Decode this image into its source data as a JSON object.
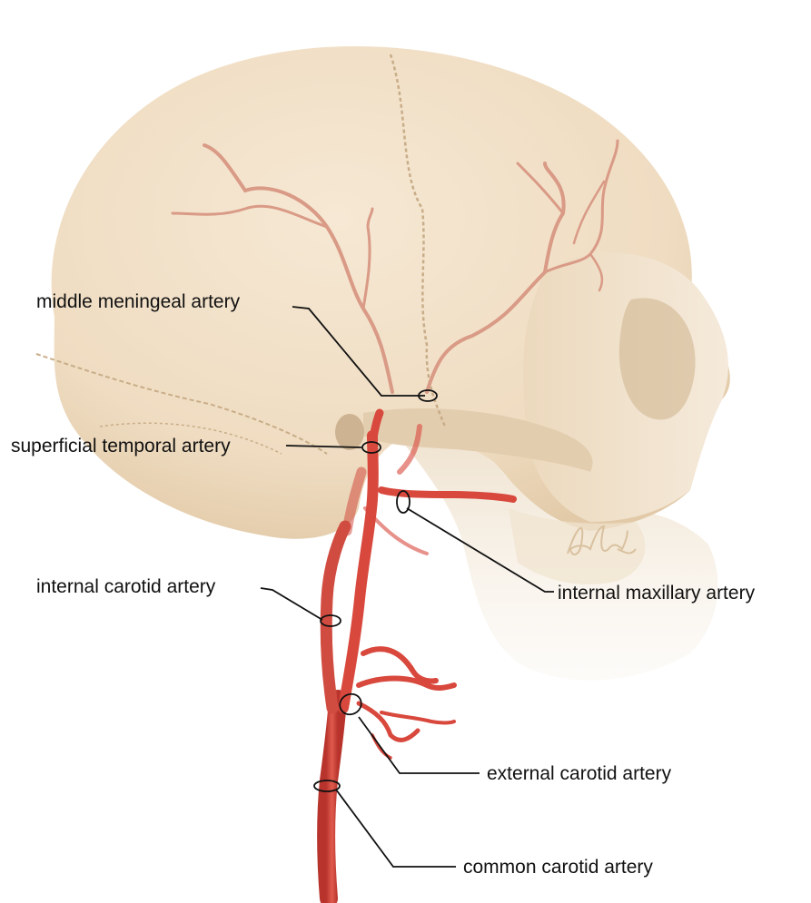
{
  "labels": {
    "middle_meningeal": "middle meningeal artery",
    "superficial_temporal": "superficial temporal artery",
    "internal_carotid": "internal carotid artery",
    "internal_maxillary": "internal maxillary artery",
    "external_carotid": "external carotid artery",
    "common_carotid": "common carotid artery"
  },
  "signature": "A.Kelly",
  "colors": {
    "bone": "#efdcc1",
    "bone_shadow": "#d9c3a3",
    "artery": "#d8483d",
    "artery_dark": "#a82c25",
    "meningeal": "#d99a86",
    "leader": "#111111"
  }
}
